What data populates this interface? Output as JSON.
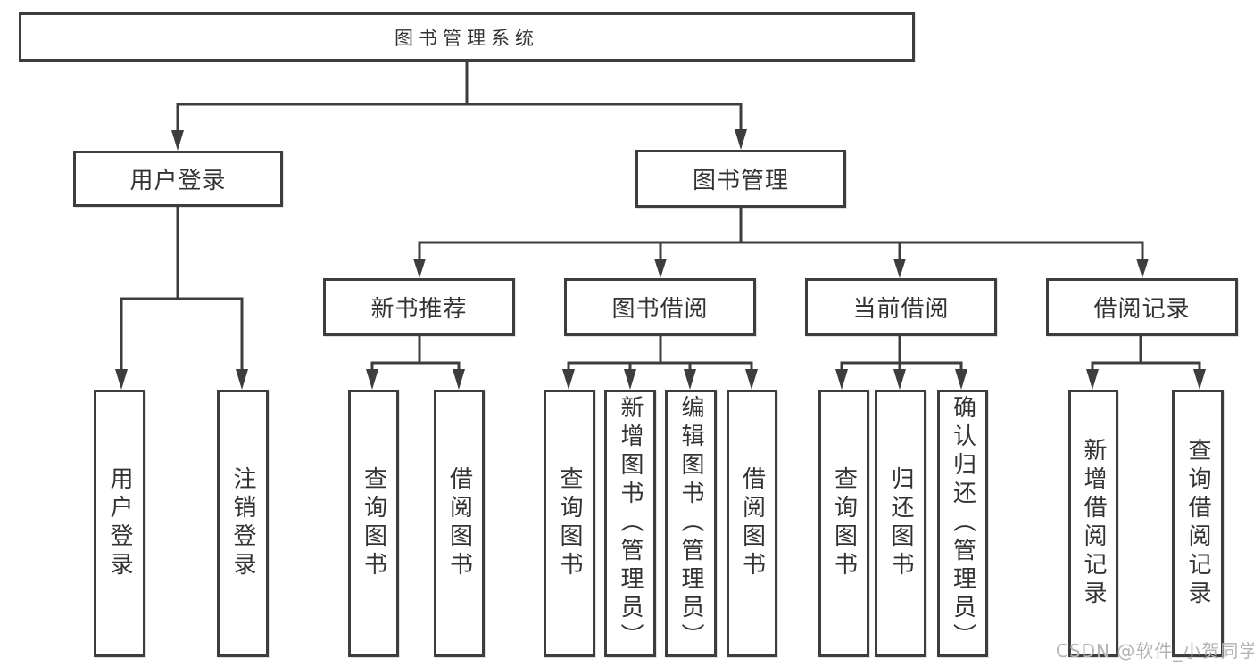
{
  "diagram": {
    "title": "图书管理系统",
    "nodes": {
      "root": {
        "id": "root",
        "label": "图书管理系统"
      },
      "userLogin": {
        "id": "userLogin",
        "label": "用户登录"
      },
      "bookMgmt": {
        "id": "bookMgmt",
        "label": "图书管理"
      },
      "newBookRec": {
        "id": "newBookRec",
        "label": "新书推荐"
      },
      "bookBorrow": {
        "id": "bookBorrow",
        "label": "图书借阅"
      },
      "currentBorrow": {
        "id": "currentBorrow",
        "label": "当前借阅"
      },
      "borrowRecords": {
        "id": "borrowRecords",
        "label": "借阅记录"
      },
      "leafUserLogin": {
        "id": "leafUserLogin",
        "label": "用户登录"
      },
      "leafLogout": {
        "id": "leafLogout",
        "label": "注销登录"
      },
      "leafQueryBooksRec": {
        "id": "leafQueryBooksRec",
        "label": "查询图书"
      },
      "leafBorrowBooksRec": {
        "id": "leafBorrowBooksRec",
        "label": "借阅图书"
      },
      "leafQueryBooksBor": {
        "id": "leafQueryBooksBor",
        "label": "查询图书"
      },
      "leafAddBooks": {
        "id": "leafAddBooks",
        "label": "新增图书（管理员）"
      },
      "leafEditBooks": {
        "id": "leafEditBooks",
        "label": "编辑图书（管理员）"
      },
      "leafBorrowBooks": {
        "id": "leafBorrowBooks",
        "label": "借阅图书"
      },
      "leafQueryBooksCur": {
        "id": "leafQueryBooksCur",
        "label": "查询图书"
      },
      "leafReturnBooks": {
        "id": "leafReturnBooks",
        "label": "归还图书"
      },
      "leafConfirmReturn": {
        "id": "leafConfirmReturn",
        "label": "确认归还（管理员）"
      },
      "leafAddBorrowRec": {
        "id": "leafAddBorrowRec",
        "label": "新增借阅记录"
      },
      "leafQueryBorrowRec": {
        "id": "leafQueryBorrowRec",
        "label": "查询借阅记录"
      }
    },
    "edges": [
      [
        "root",
        "userLogin"
      ],
      [
        "root",
        "bookMgmt"
      ],
      [
        "userLogin",
        "leafUserLogin"
      ],
      [
        "userLogin",
        "leafLogout"
      ],
      [
        "bookMgmt",
        "newBookRec"
      ],
      [
        "bookMgmt",
        "bookBorrow"
      ],
      [
        "bookMgmt",
        "currentBorrow"
      ],
      [
        "bookMgmt",
        "borrowRecords"
      ],
      [
        "newBookRec",
        "leafQueryBooksRec"
      ],
      [
        "newBookRec",
        "leafBorrowBooksRec"
      ],
      [
        "bookBorrow",
        "leafQueryBooksBor"
      ],
      [
        "bookBorrow",
        "leafAddBooks"
      ],
      [
        "bookBorrow",
        "leafEditBooks"
      ],
      [
        "bookBorrow",
        "leafBorrowBooks"
      ],
      [
        "currentBorrow",
        "leafQueryBooksCur"
      ],
      [
        "currentBorrow",
        "leafReturnBooks"
      ],
      [
        "currentBorrow",
        "leafConfirmReturn"
      ],
      [
        "borrowRecords",
        "leafAddBorrowRec"
      ],
      [
        "borrowRecords",
        "leafQueryBorrowRec"
      ]
    ],
    "colors": {
      "line": "#3d3d3d",
      "text": "#333333",
      "box_background": "#ffffff",
      "page_background": "#ffffff",
      "watermark": "#b3b3b3"
    }
  },
  "watermark": {
    "text": "CSDN @软件_小贺同学"
  }
}
